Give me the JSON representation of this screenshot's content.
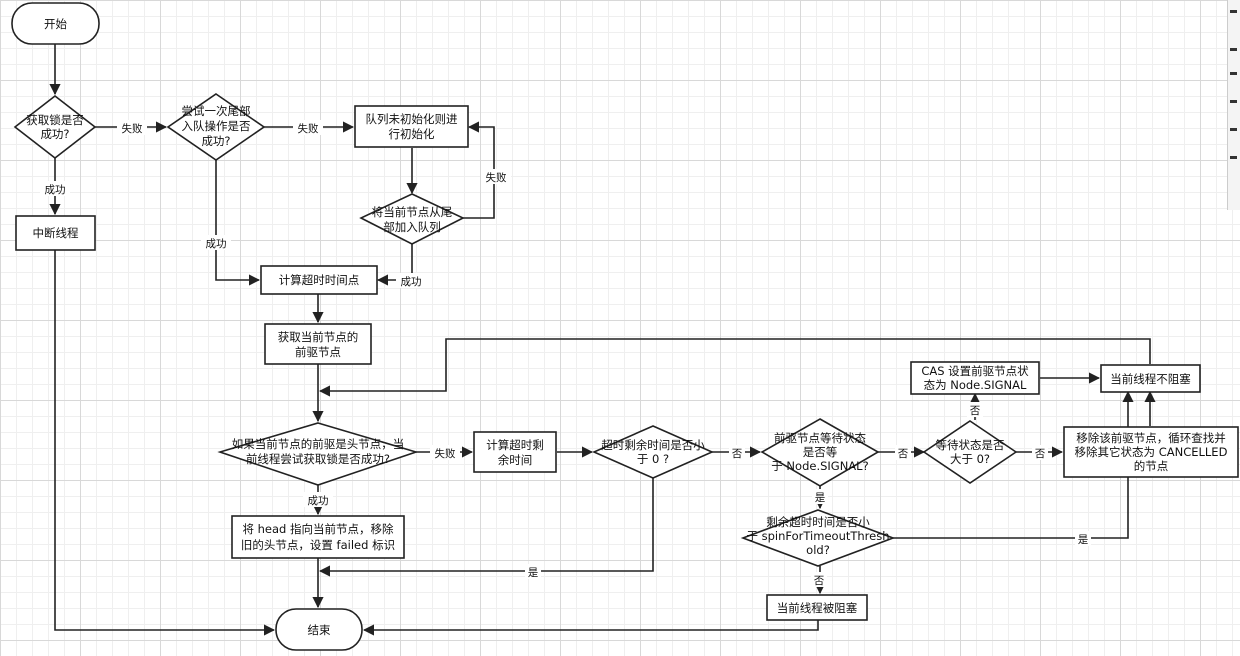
{
  "nodes": {
    "start": [
      "开始"
    ],
    "q_lock": [
      "获取锁是否",
      "成功?"
    ],
    "interrupt": [
      "中断线程"
    ],
    "q_tail": [
      "尝试一次尾部",
      "入队操作是否",
      "成功?"
    ],
    "init_queue": [
      "队列未初始化则进",
      "行初始化"
    ],
    "q_enqueue": [
      "将当前节点从尾",
      "部加入队列"
    ],
    "calc_deadline": [
      "计算超时时间点"
    ],
    "get_pred": [
      "获取当前节点的",
      "前驱节点"
    ],
    "q_head": [
      "如果当前节点的前驱是头节点，当",
      "前线程尝试获取锁是否成功?"
    ],
    "set_head": [
      "将 head 指向当前节点，移除",
      "旧的头节点，设置 failed 标识"
    ],
    "end": [
      "结束"
    ],
    "calc_remain": [
      "计算超时剩",
      "余时间"
    ],
    "q_timeout": [
      "超时剩余时间是否小",
      "于 0 ?"
    ],
    "q_signal": [
      "前驱节点等待状态",
      "是否等",
      "于 Node.SIGNAL?"
    ],
    "q_status_gt0": [
      "等待状态是否",
      "大于 0?"
    ],
    "cas_set": [
      "CAS 设置前驱节点状",
      "态为 Node.SIGNAL"
    ],
    "not_blocked": [
      "当前线程不阻塞"
    ],
    "remove_cancel": [
      "移除该前驱节点，循环查找并",
      "移除其它状态为 CANCELLED",
      "的节点"
    ],
    "q_spin": [
      "剩余超时时间是否小",
      "于 spinForTimeoutThresh",
      "old?"
    ],
    "blocked": [
      "当前线程被阻塞"
    ]
  },
  "edge_labels": {
    "fail_1": "失败",
    "success_1": "成功",
    "fail_2": "失败",
    "success_2": "成功",
    "fail_3": "失败",
    "success_3": "成功",
    "fail_4": "失败",
    "success_4": "成功",
    "no_1": "否",
    "yes_timeout": "是",
    "no_2": "否",
    "yes_signal": "是",
    "no_3": "否",
    "no_4": "否",
    "yes_spin": "是",
    "no_5": "否"
  }
}
